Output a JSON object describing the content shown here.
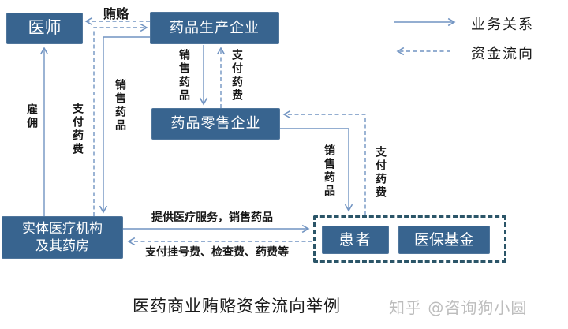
{
  "nodes": {
    "physician": {
      "label": "医师"
    },
    "manufacturer": {
      "label": "药品生产企业"
    },
    "retailer": {
      "label": "药品零售企业"
    },
    "institution": {
      "line1": "实体医疗机构",
      "line2": "及其药房"
    },
    "patient": {
      "label": "患者"
    },
    "insurance_fund": {
      "label": "医保基金"
    }
  },
  "edge_labels": {
    "bribe": "贿赂",
    "employ": "雇佣",
    "pay_drug_fee": "支付药费",
    "sell_drugs": "销售药品",
    "provide_service": "提供医疗服务，销售药品",
    "pay_fees": "支付挂号费、检查费、药费等"
  },
  "legend": {
    "business_relation": "业务关系",
    "fund_flow": "资金流向"
  },
  "title": "医药商业贿赂资金流向举例",
  "watermark": "知乎 @咨询狗小圆",
  "colors": {
    "node_fill": "#38648f",
    "line": "#7194c2",
    "group_border": "#2b5568"
  }
}
